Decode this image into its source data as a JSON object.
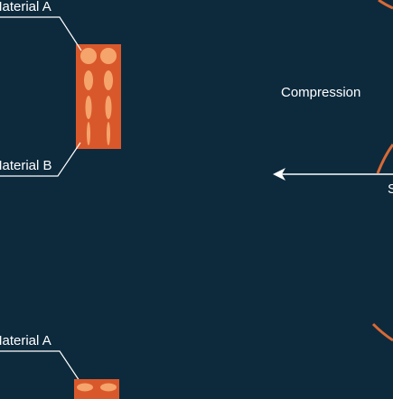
{
  "labels": {
    "material_a_top": "Material A",
    "material_b": "Material B",
    "material_a_bottom": "Material A",
    "compression": "Compression",
    "edge_fragment": "S"
  },
  "colors": {
    "background": "#0d2a3d",
    "block": "#d9582b",
    "cell": "#f5a46b",
    "line": "#ffffff",
    "arc": "#d96a35"
  }
}
